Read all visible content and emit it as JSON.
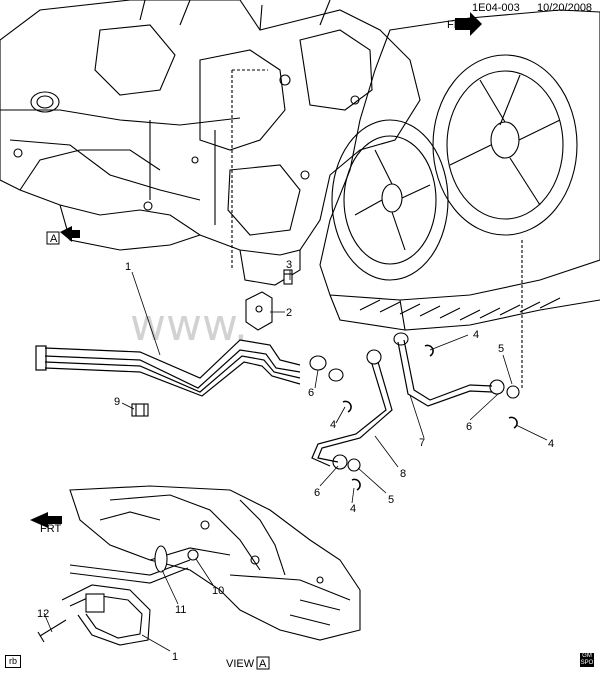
{
  "header": {
    "code": "1E04-003",
    "date": "10/20/2008"
  },
  "watermark": "www.",
  "labels": {
    "front_top": "FRT",
    "front_bottom": "FRT",
    "view_marker": "A",
    "view_caption": "VIEW",
    "view_letter": "A",
    "corner_tag": "rb",
    "logo_text": "GM SPO"
  },
  "callouts": {
    "c1_main": "1",
    "c3": "3",
    "c2": "2",
    "c4_a": "4",
    "c5_a": "5",
    "c9": "9",
    "c6_a": "6",
    "c4_b": "4",
    "c7": "7",
    "c6_b": "6",
    "c4_c": "4",
    "c8": "8",
    "c6_c": "6",
    "c5_b": "5",
    "c4_d": "4",
    "c12": "12",
    "c11": "11",
    "c10": "10",
    "c1_view": "1"
  },
  "colors": {
    "line": "#000000",
    "background": "#ffffff",
    "watermark": "#d2d2d2"
  }
}
